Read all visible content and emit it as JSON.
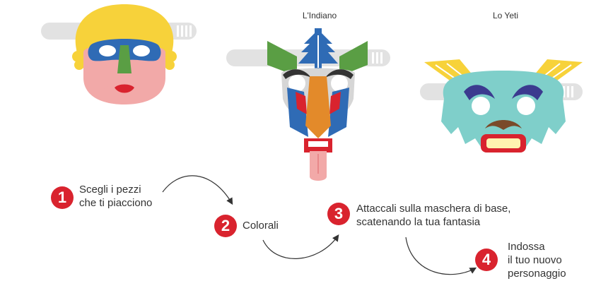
{
  "masks": {
    "indiano_label": "L'Indiano",
    "yeti_label": "Lo Yeti"
  },
  "steps": [
    {
      "number": "1",
      "text": "Scegli i pezzi\nche ti piacciono"
    },
    {
      "number": "2",
      "text": "Colorali"
    },
    {
      "number": "3",
      "text": "Attaccali sulla maschera di base,\nscatenando la tua fantasia"
    },
    {
      "number": "4",
      "text": "Indossa\nil tuo nuovo\npersonaggio"
    }
  ],
  "colors": {
    "accent_red": "#d9232e",
    "yellow": "#f7d23a",
    "blue": "#2f6bb5",
    "green": "#5a9e44",
    "pink": "#f2a9a8",
    "teal": "#7fcfca",
    "orange": "#e38a2a",
    "gray": "#dcdcdc"
  }
}
